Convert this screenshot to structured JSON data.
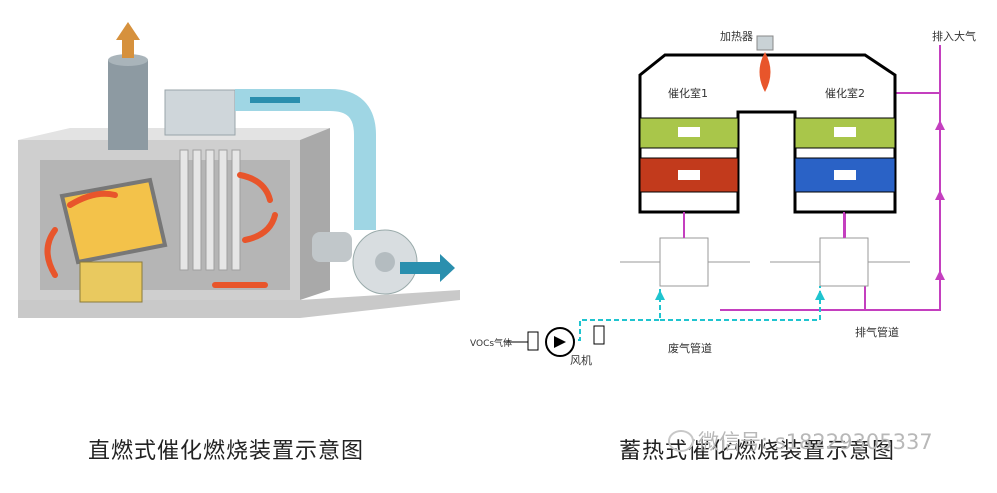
{
  "left_diagram": {
    "caption": "直燃式催化燃烧装置示意图"
  },
  "right_diagram": {
    "caption": "蓄热式催化燃烧装置示意图",
    "labels": {
      "heater": "加热器",
      "chamber1": "催化室1",
      "chamber2": "催化室2",
      "exhaust_to_air": "排入大气",
      "fan": "风机",
      "waste_gas_pipe": "废气管道",
      "exhaust_pipe": "排气管道",
      "inlet": "VOCs气体"
    }
  },
  "watermark": {
    "text": "微信号: s18229305337"
  },
  "colors": {
    "duct": "#9fd6e4",
    "flame": "#e8552b",
    "catalyst": "#a9c64a",
    "storage_red": "#c23a1c",
    "storage_blue": "#2a62c6",
    "pipe": "#c43fbf",
    "cyan_flow": "#1fc4cf"
  }
}
